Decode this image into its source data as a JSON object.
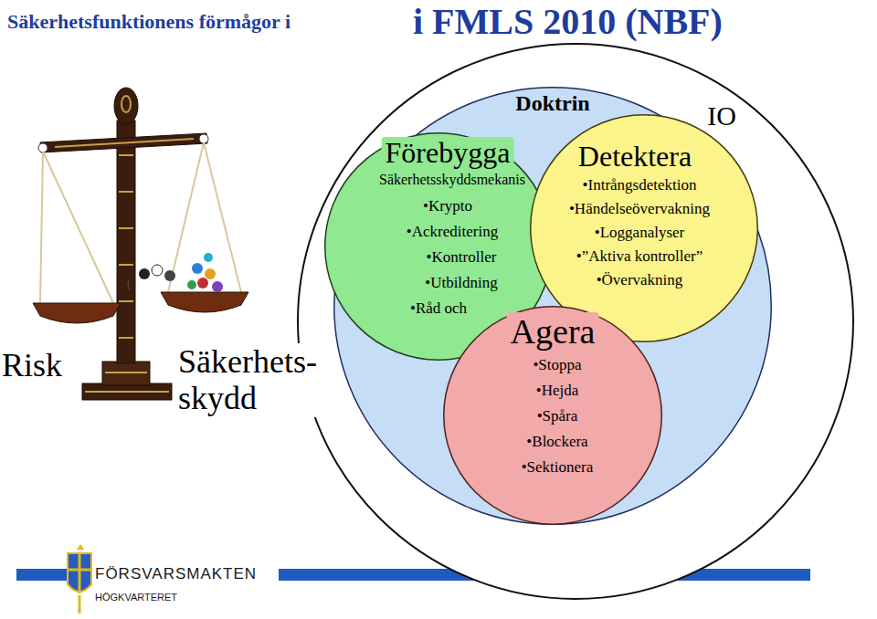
{
  "diagram": {
    "title": "Säkerhetsfunktionens förmågor i",
    "nodes": [
      {
        "text": [
          "IO"
        ]
      },
      {
        "text": [
          "Doktrin"
        ],
        "in": 0
      },
      {
        "text": [
          "Förebygga",
          "Säkerhetsskyddsmekanis",
          "•Krypto",
          "•Ackreditering",
          "•Kontroller",
          "•Utbildning",
          "•Råd och"
        ],
        "in": 1
      },
      {
        "text": [
          "Detektera",
          "•Intrångsdetektion",
          "•Händelseövervakning",
          "•Logganalyser",
          "•”Aktiva kontroller”",
          "•Övervakning"
        ],
        "in": 1
      },
      {
        "text": [
          "Agera",
          "•Stoppa",
          "•Hejda",
          "•Spåra",
          "•Blockera",
          "•Sektionera"
        ],
        "in": 1
      }
    ],
    "labels": [
      "i FMLS 2010 (NBF)",
      "Risk",
      "Säkerhets- skydd",
      "FÖRSVARSMAKTEN",
      "HÖGKVARTERET"
    ]
  }
}
